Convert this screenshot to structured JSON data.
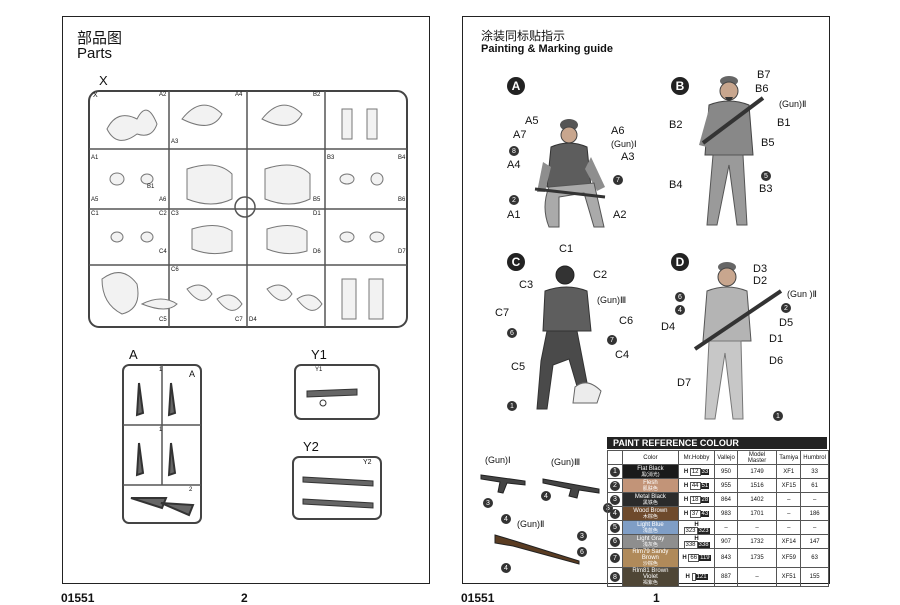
{
  "left_page": {
    "title_cn": "部品图",
    "title_en": "Parts",
    "footer_code": "01551",
    "page_number": "2",
    "sprue_x": {
      "name": "X",
      "labels": [
        "X",
        "A2",
        "A4",
        "B2",
        "A1",
        "A3",
        "B3",
        "B4",
        "A5",
        "A6",
        "B5",
        "B6",
        "C1",
        "C2",
        "C3",
        "D1",
        "C4",
        "D6",
        "D7",
        "C5",
        "C6",
        "C7",
        "D4",
        "B1"
      ]
    },
    "sprue_a": {
      "name": "A",
      "corner": "A",
      "labels": [
        "1",
        "1",
        "2"
      ]
    },
    "sprue_y1": {
      "name": "Y1",
      "corner": "Y1"
    },
    "sprue_y2": {
      "name": "Y2",
      "corner": "Y2"
    }
  },
  "right_page": {
    "title_cn": "涂装同标贴指示",
    "title_en": "Painting & Marking guide",
    "footer_code": "01551",
    "page_number": "1",
    "figures": [
      {
        "id": "A",
        "labels": [
          "A5",
          "A7",
          "8",
          "A4",
          "2",
          "A1",
          "A6",
          "(Gun)Ⅰ",
          "A3",
          "7",
          "A2"
        ]
      },
      {
        "id": "B",
        "labels": [
          "B7",
          "B6",
          "(Gun)Ⅱ",
          "B2",
          "B1",
          "B5",
          "B4",
          "5",
          "B3"
        ]
      },
      {
        "id": "C",
        "labels": [
          "C1",
          "C2",
          "C3",
          "(Gun)Ⅲ",
          "C7",
          "C6",
          "6",
          "7",
          "C4",
          "C5",
          "1"
        ]
      },
      {
        "id": "D",
        "labels": [
          "D3",
          "D2",
          "6",
          "(Gun )Ⅱ",
          "4",
          "2",
          "D5",
          "D4",
          "D1",
          "D6",
          "D7",
          "1"
        ]
      }
    ],
    "guns": [
      {
        "label": "(Gun)Ⅰ",
        "nums": [
          "3",
          "4"
        ]
      },
      {
        "label": "(Gun)Ⅲ",
        "nums": [
          "4",
          "3"
        ]
      },
      {
        "label": "(Gun)Ⅱ",
        "nums": [
          "3",
          "6",
          "4"
        ]
      }
    ],
    "paint_table": {
      "title": "PAINT  REFERENCE COLOUR",
      "headers": [
        "",
        "Color",
        "Mr.Hobby",
        "Vallejo",
        "Model Master",
        "Tamiya",
        "Humbrol"
      ],
      "rows": [
        {
          "n": "1",
          "en": "Flat Black",
          "cn": "黑(消光)",
          "h": "H",
          "code": "12",
          "code2": "33",
          "vallejo": "950",
          "mm": "1749",
          "tamiya": "XF1",
          "humbrol": "33",
          "swatch": "#1a1a1a"
        },
        {
          "n": "2",
          "en": "Flesh",
          "cn": "肌肤色",
          "h": "H",
          "code": "44",
          "code2": "51",
          "vallejo": "955",
          "mm": "1516",
          "tamiya": "XF15",
          "humbrol": "61",
          "swatch": "#c29478"
        },
        {
          "n": "3",
          "en": "Metal Black",
          "cn": "黑铁色",
          "h": "H",
          "code": "18",
          "code2": "28",
          "vallejo": "864",
          "mm": "1402",
          "tamiya": "–",
          "humbrol": "–",
          "swatch": "#2b2b2b"
        },
        {
          "n": "4",
          "en": "Wood Brown",
          "cn": "木棕色",
          "h": "H",
          "code": "37",
          "code2": "43",
          "vallejo": "983",
          "mm": "1701",
          "tamiya": "–",
          "humbrol": "186",
          "swatch": "#6e4a2c"
        },
        {
          "n": "5",
          "en": "Light Blue",
          "cn": "浅蓝色",
          "h": "H",
          "code": "323",
          "code2": "323",
          "vallejo": "–",
          "mm": "–",
          "tamiya": "–",
          "humbrol": "–",
          "swatch": "#7f9ec6"
        },
        {
          "n": "6",
          "en": "Light Gray",
          "cn": "浅灰色",
          "h": "H",
          "code": "338",
          "code2": "338",
          "vallejo": "907",
          "mm": "1732",
          "tamiya": "XF14",
          "humbrol": "147",
          "swatch": "#8e8e8e"
        },
        {
          "n": "7",
          "en": "Rlm79 Sandy Brown",
          "cn": "沙棕色",
          "h": "H",
          "code": "66",
          "code2": "119",
          "vallejo": "843",
          "mm": "1735",
          "tamiya": "XF59",
          "humbrol": "63",
          "swatch": "#b08a5a"
        },
        {
          "n": "8",
          "en": "Rlm81 Brown Violet",
          "cn": "褐紫色",
          "h": "H",
          "code": "",
          "code2": "121",
          "vallejo": "887",
          "mm": "–",
          "tamiya": "XF51",
          "humbrol": "155",
          "swatch": "#4f4636"
        }
      ]
    }
  }
}
